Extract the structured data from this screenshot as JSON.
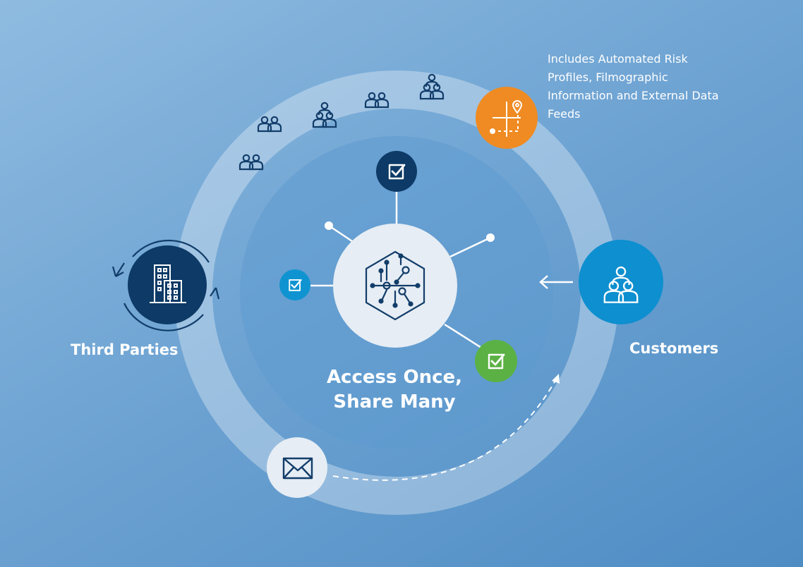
{
  "title": {
    "line1": "Access Once,",
    "line2": "Share Many"
  },
  "labels": {
    "third_parties": "Third Parties",
    "customers": "Customers"
  },
  "note": {
    "text": "Includes Automated Risk Profiles, Filmographic Information and External Data Feeds"
  },
  "icons": {
    "building": "building-icon",
    "group": "people-group-icon",
    "envelope": "envelope-icon",
    "map": "map-pin-icon",
    "check": "checkbox-icon",
    "network": "network-hexagon-icon"
  },
  "colors": {
    "background": "#6fa4d3",
    "navy": "#123d6a",
    "dark_node": "#0d3a66",
    "blue_node": "#0f94d1",
    "green_node": "#5bb144",
    "orange_node": "#ef8b22",
    "customers_node": "#0e8fcf",
    "hub": "#e6edf4"
  }
}
